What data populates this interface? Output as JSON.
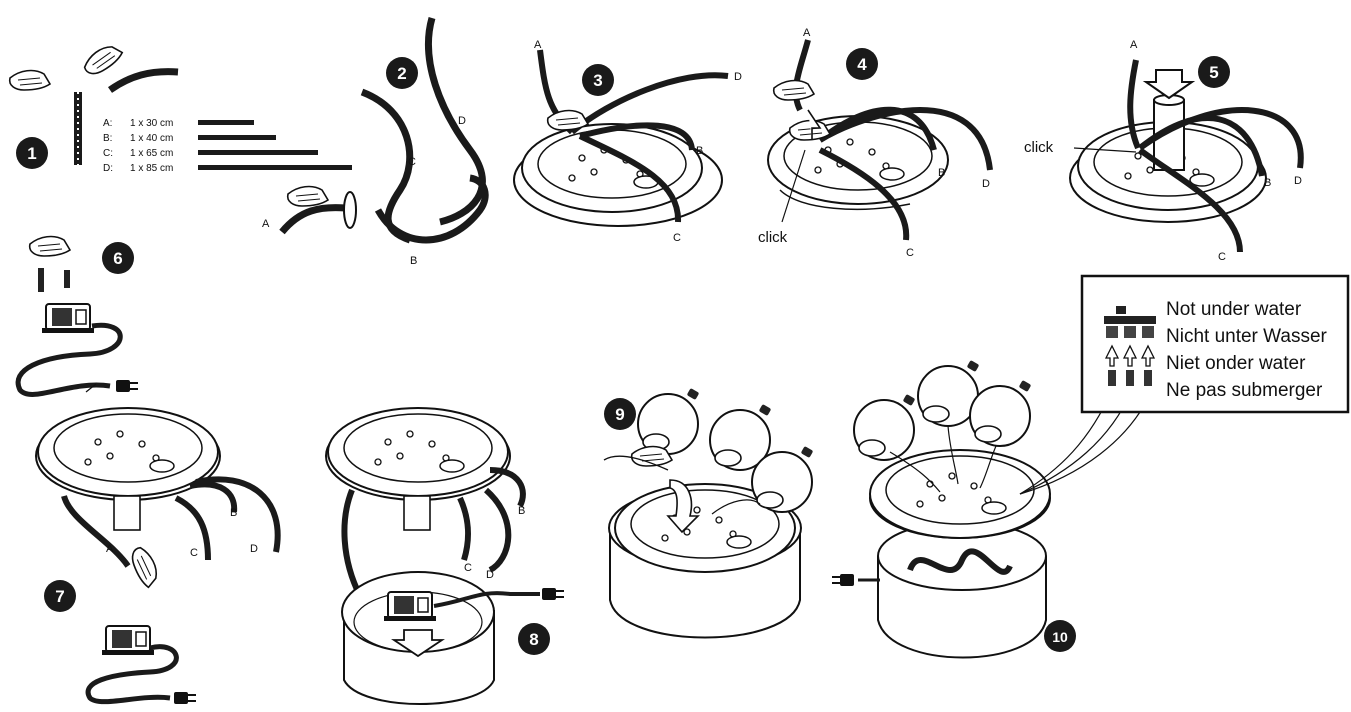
{
  "steps": [
    "1",
    "2",
    "3",
    "4",
    "5",
    "6",
    "7",
    "8",
    "9",
    "10"
  ],
  "hose_lengths": [
    {
      "key": "A:",
      "length": "1 x 30 cm"
    },
    {
      "key": "B:",
      "length": "1 x 40 cm"
    },
    {
      "key": "C:",
      "length": "1 x 65 cm"
    },
    {
      "key": "D:",
      "length": "1 x 85 cm"
    }
  ],
  "hose_letters": {
    "a": "A",
    "b": "B",
    "c": "C",
    "d": "D"
  },
  "click_label": "click",
  "warning": {
    "lines": [
      "Not under water",
      "Nicht unter Wasser",
      "Niet onder water",
      "Ne pas submerger"
    ]
  },
  "colors": {
    "ink": "#111111",
    "hose": "#1a1a1a",
    "badge": "#1a1a1a",
    "paper": "#ffffff"
  }
}
